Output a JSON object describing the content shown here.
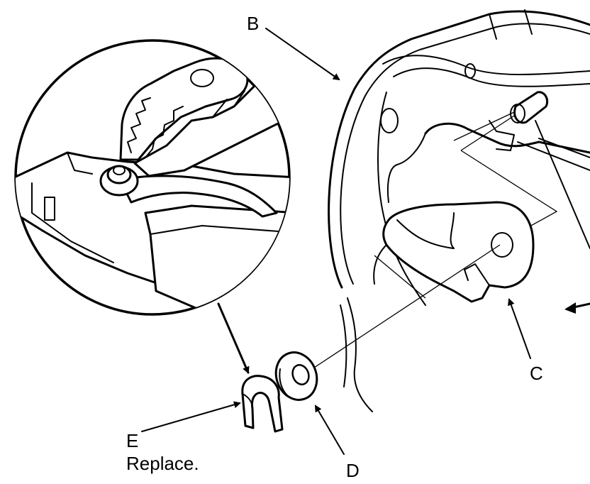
{
  "labels": {
    "b": "B",
    "c": "C",
    "d": "D",
    "e": "E",
    "e_note": "Replace."
  }
}
